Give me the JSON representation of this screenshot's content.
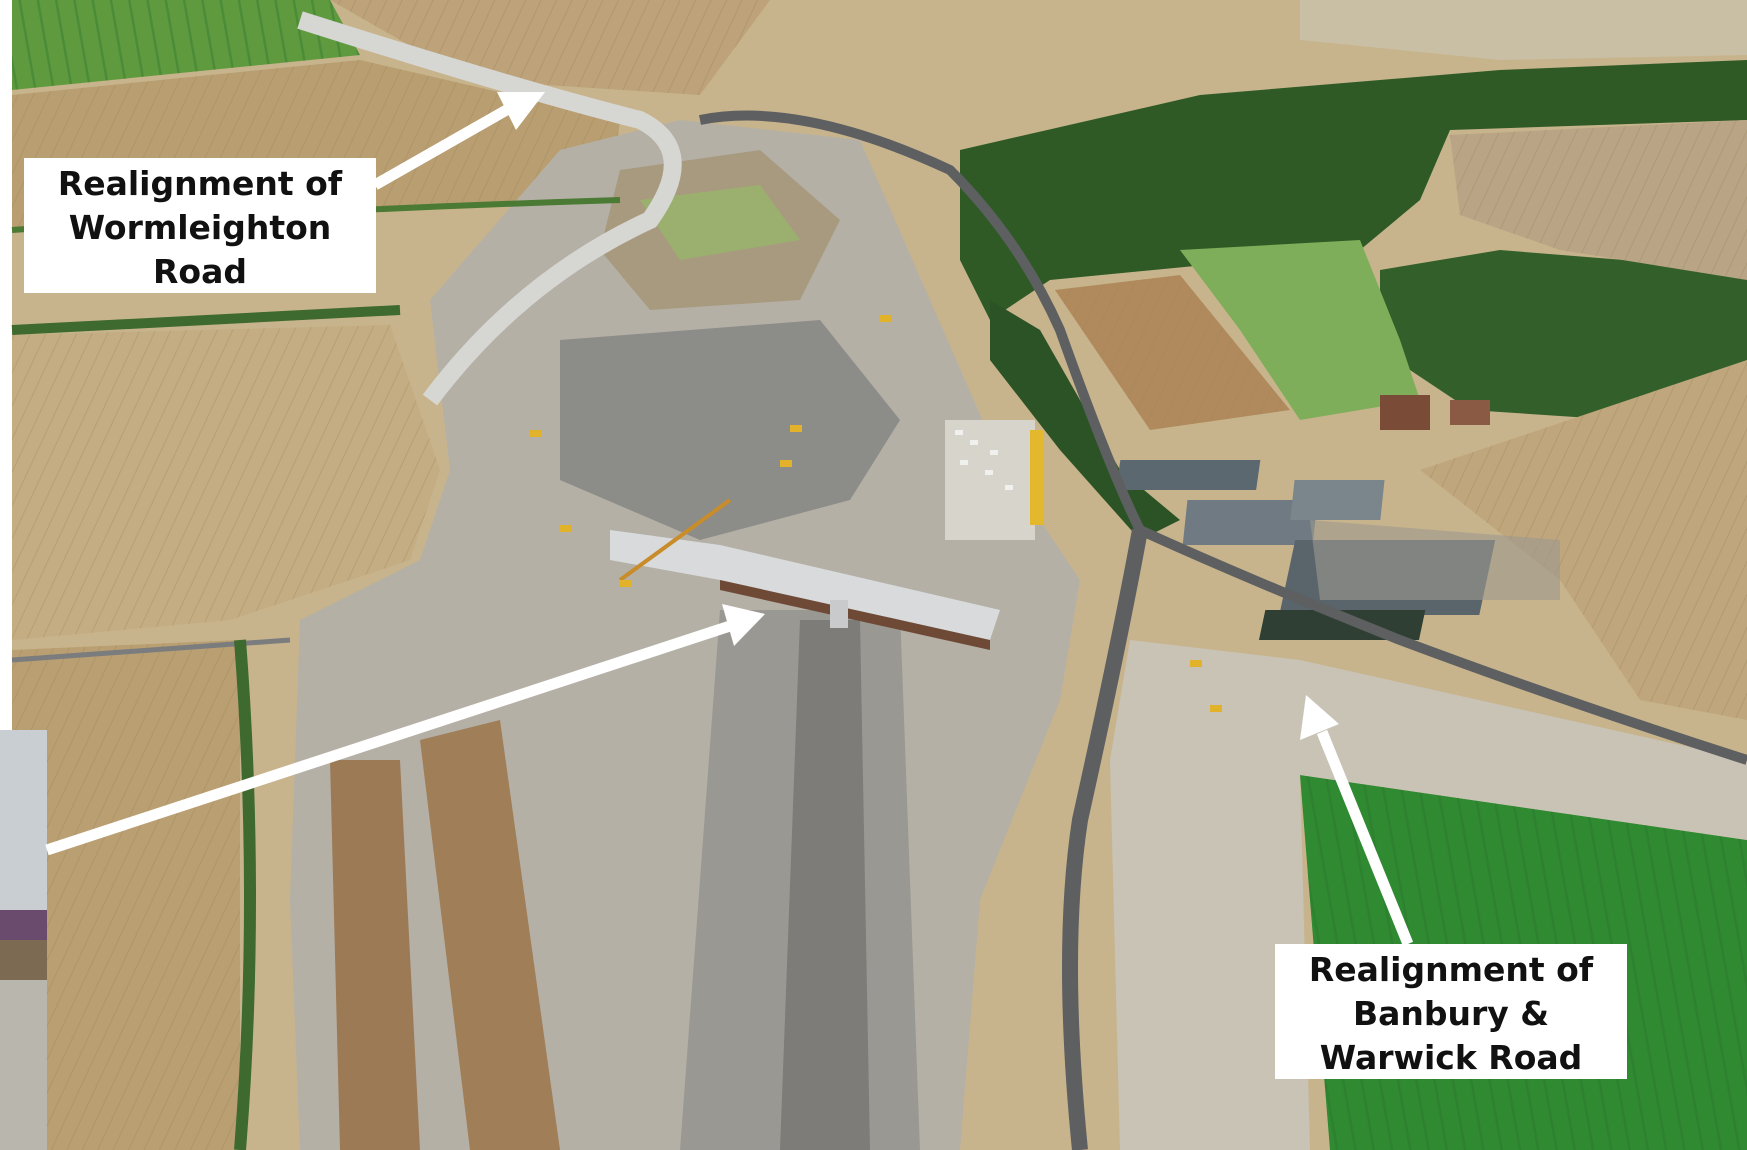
{
  "annotations": {
    "wormleighton": {
      "lines": [
        "Realignment of",
        "Wormleighton",
        "Road"
      ]
    },
    "banbury": {
      "lines": [
        "Realignment of",
        "Banbury &",
        "Warwick Road"
      ]
    }
  },
  "colors": {
    "field_light": "#c7b48c",
    "field_dark": "#a88e63",
    "grass": "#5f9a3f",
    "green_field": "#2f8a32",
    "woodland": "#2f5a26",
    "earthworks": "#b5b0a6",
    "gravel": "#8c8c88",
    "road": "#5d5f61",
    "arrow": "#ffffff"
  }
}
